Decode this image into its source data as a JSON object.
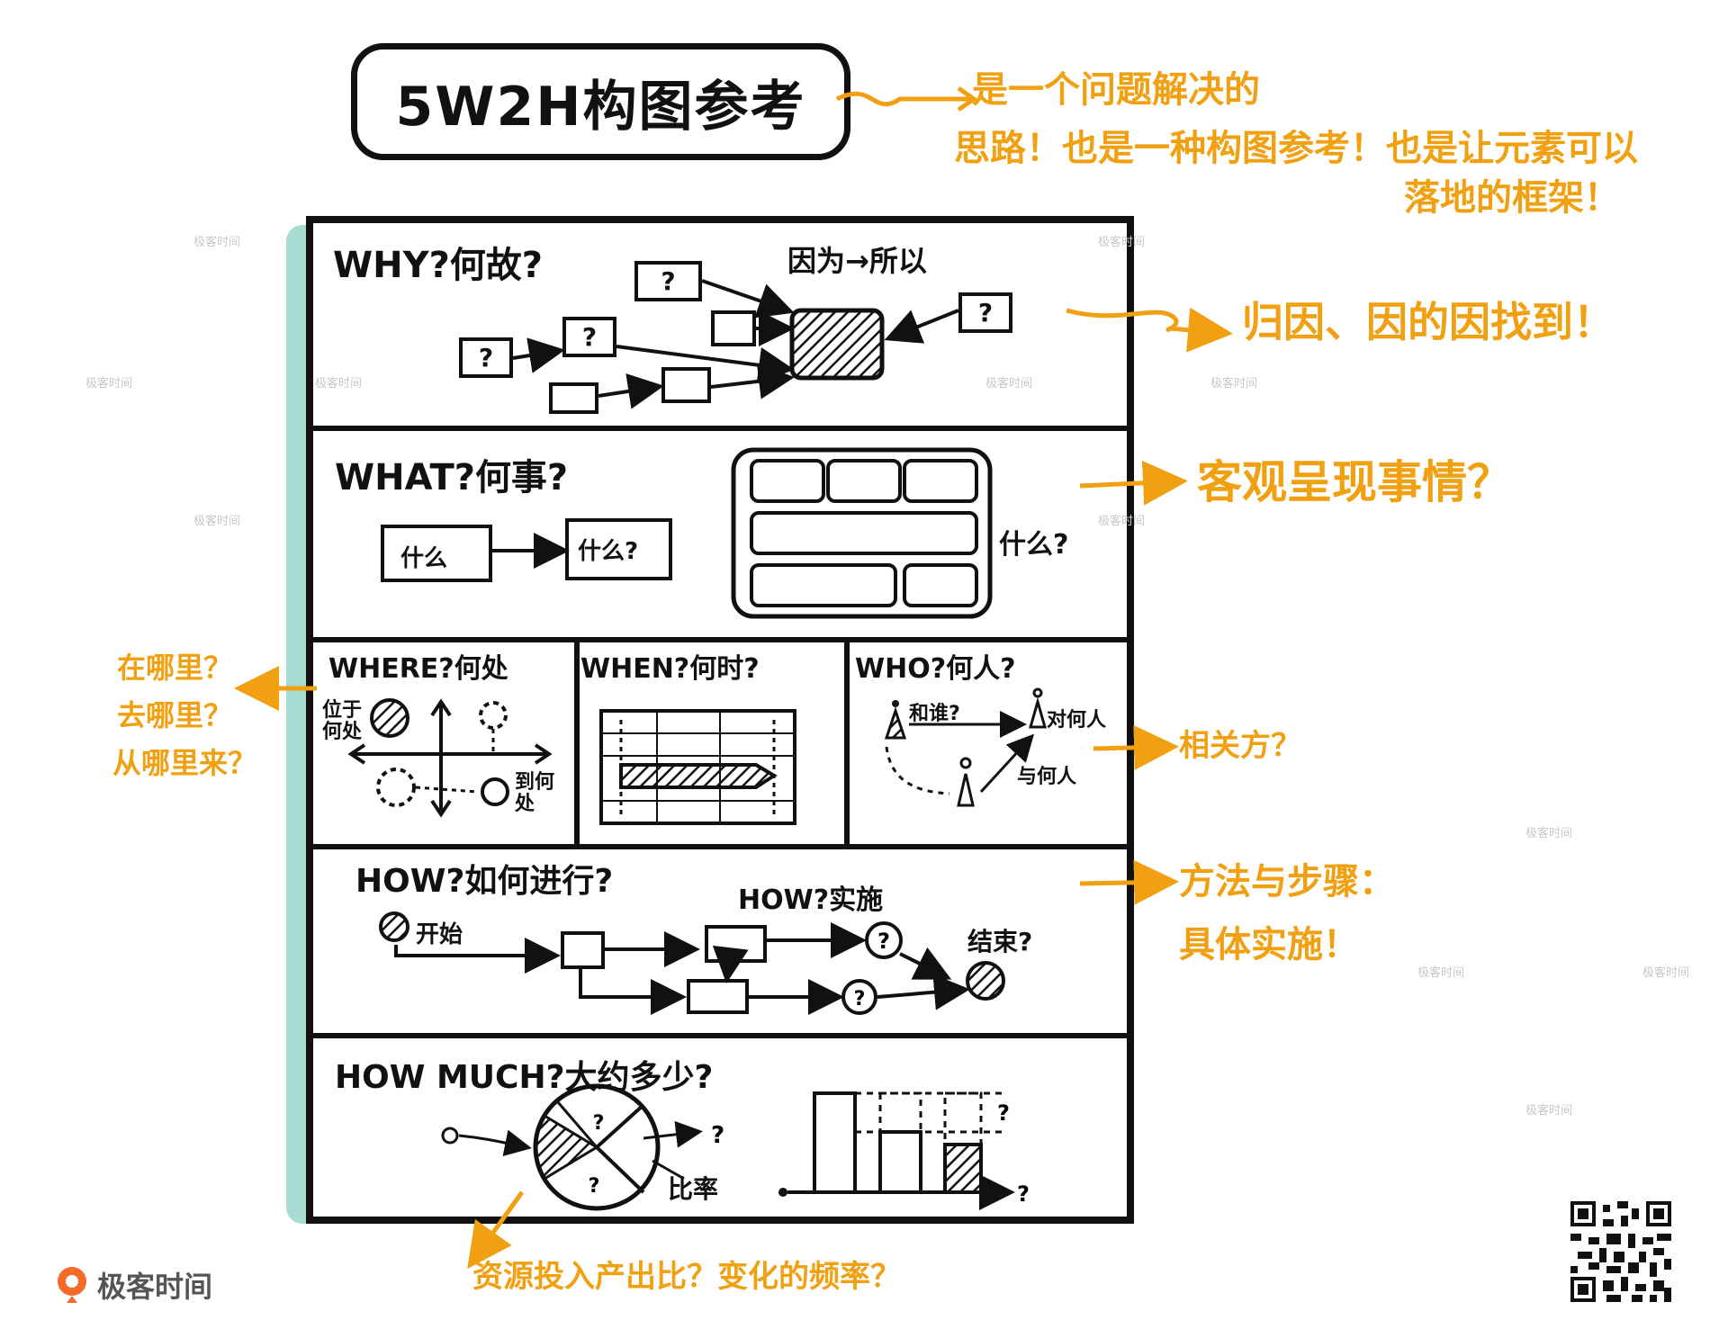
{
  "title": "5W2H构图参考",
  "notes": {
    "top_line1": "是一个问题解决的",
    "top_line2": "思路！也是一种构图参考！也是让元素可以",
    "top_line3": "落地的框架！",
    "why": "归因、因的因找到！",
    "what": "客观呈现事情？",
    "where_line1": "在哪里？",
    "where_line2": "去哪里？",
    "where_line3": "从哪里来？",
    "who": "相关方？",
    "how_line1": "方法与步骤：",
    "how_line2": "具体实施！",
    "howmuch": "资源投入产出比？变化的频率？"
  },
  "sections": {
    "why": {
      "label": "WHY?何故?",
      "cause_effect": "因为→所以",
      "q": "?"
    },
    "what": {
      "label": "WHAT?何事?",
      "box1": "什么",
      "box2": "什么?",
      "side": "什么?"
    },
    "where": {
      "label": "WHERE?何处",
      "loc1": "位于何处",
      "loc2": "到何处"
    },
    "when": {
      "label": "WHEN?何时?"
    },
    "who": {
      "label": "WHO?何人?",
      "p1": "和谁?",
      "p2": "对何人",
      "p3": "与何人"
    },
    "how": {
      "label": "HOW?如何进行?",
      "sub": "HOW?实施",
      "start": "开始",
      "end": "结束?"
    },
    "howmuch": {
      "label": "HOW MUCH?大约多少?",
      "ratio": "比率"
    }
  },
  "brand": "极客时间",
  "watermark": "极客时间",
  "colors": {
    "accent": "#f0a010",
    "ink": "#111111",
    "shadow": "#a8dcd3"
  }
}
